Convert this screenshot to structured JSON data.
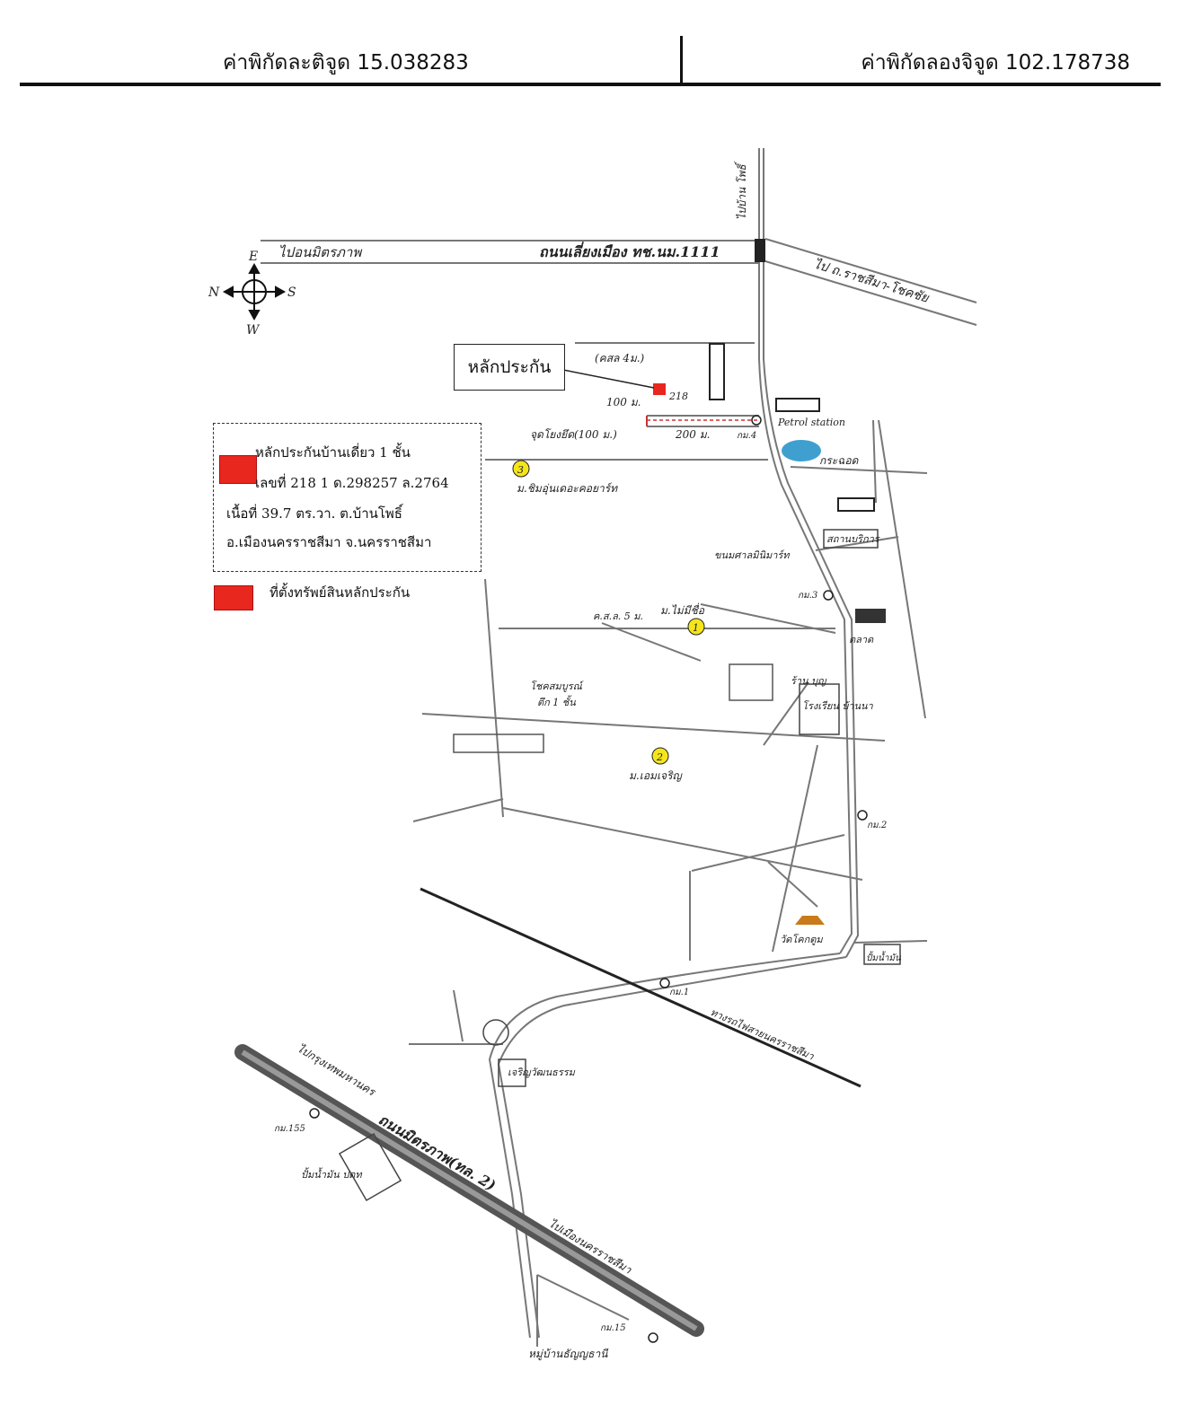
{
  "header": {
    "latitude": "ค่าพิกัดละติจูด 15.038283",
    "longitude": "ค่าพิกัดลองจิจูด 102.178738"
  },
  "compass": {
    "north": "N",
    "east": "E",
    "south": "S",
    "west": "W"
  },
  "collateral_label": "หลักประกัน",
  "legend": {
    "line1": "หลักประกันบ้านเดี่ยว 1 ชั้น",
    "line2": "เลขที่ 218 1 ด.298257 ล.2764",
    "line3": "เนื้อที่ 39.7 ตร.วา. ต.บ้านโพธิ์",
    "line4": "อ.เมืองนครราชสีมา จ.นครราชสีมา",
    "line5": "ที่ตั้งทรัพย์สินหลักประกัน",
    "color": "#e8271f"
  },
  "labels": {
    "road_north": "ไปอนมิตรภาพ",
    "ring_road": "ถนนเลี่ยงเมือง ทช.นม.1111",
    "to_chokchai": "ไป ถ.ราชสีมา-โชคชัย",
    "to_bantai": "ไปบ้าน โพธิ์",
    "soi_4m": "(คสล 4ม.)",
    "dist_100": "100 ม.",
    "house_no": "218",
    "junction_100": "จุดโยงยึด(100 ม.)",
    "dist_200": "200 ม.",
    "km4": "กม.4",
    "petrol": "Petrol station",
    "pond": "กระฉอด",
    "village3_top": "ม.ชิมอุ่นเดอะคอยาร์ท",
    "bakery": "ขนมศาลมินิมาร์ท",
    "shop": "สถานบริการ",
    "km3": "กม.3",
    "market": "ตลาด",
    "soi_5m": "ค.ส.ล. 5 ม.",
    "village1": "ม.ไม่มีชื่อ",
    "shop2": "ร้าน บุญ",
    "school": "โรงเรียน บ้านนา",
    "house_1f": "ตึก 1 ชั้น",
    "resort": "โชคสมบูรณ์",
    "village_ong": "ม.เอมเจริญ",
    "km2": "กม.2",
    "temple": "วัดโคกตูม",
    "gas": "ปั้มน้ำมัน",
    "km1": "กม.1",
    "railway": "ทางรถไฟสายนครราชสีมา",
    "junction": "เจริญวัฒนธรรม",
    "mittraphap": "ถนนมิตรภาพ(ทล. 2)",
    "to_bangkok": "ไปกรุงเทพมหานคร",
    "km155": "กม.155",
    "pt_gas": "ปั้มน้ำมัน ปตท",
    "to_korat": "ไปเมืองนครราชสีมา",
    "km15": "กม.15",
    "village_end": "หมู่บ้านธัญญธานี",
    "marker_1": "1",
    "marker_2": "2",
    "marker_3": "3"
  }
}
